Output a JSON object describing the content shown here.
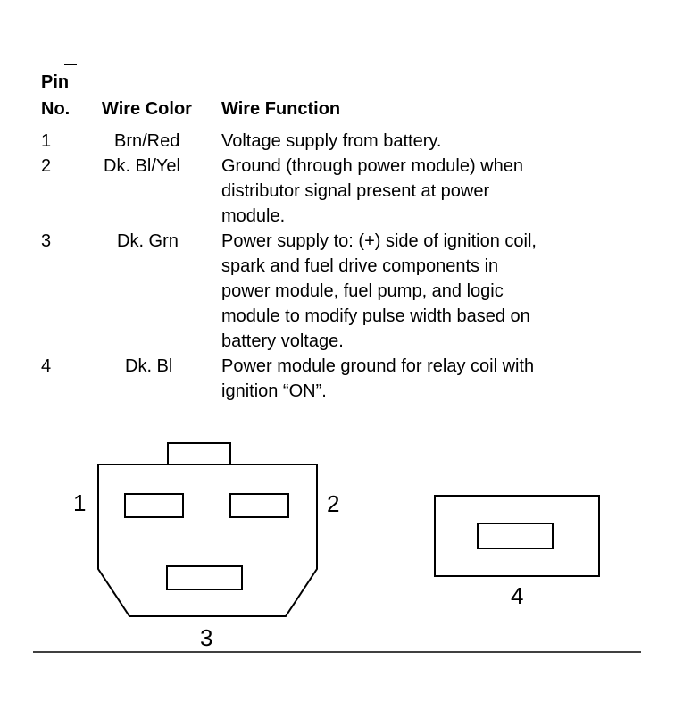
{
  "header": {
    "pin_line1": "Pin",
    "pin_line2": "No.",
    "wire_color": "Wire Color",
    "wire_function": "Wire Function"
  },
  "rows": [
    {
      "pin": "1",
      "color": "Brn/Red",
      "function_lines": [
        "Voltage supply from battery."
      ]
    },
    {
      "pin": "2",
      "color": "Dk. Bl/Yel",
      "function_lines": [
        "Ground (through power module) when",
        "distributor signal present at power",
        "module."
      ]
    },
    {
      "pin": "3",
      "color": "Dk. Grn",
      "function_lines": [
        "Power supply to: (+) side of ignition coil,",
        "spark and fuel drive components in",
        "power module, fuel pump, and logic",
        "module to modify pulse width based on",
        "battery voltage."
      ]
    },
    {
      "pin": "4",
      "color": "Dk. Bl",
      "function_lines": [
        "Power module ground for relay coil with",
        "ignition “ON”."
      ]
    }
  ],
  "diagram": {
    "labels": {
      "pin1": "1",
      "pin2": "2",
      "pin3": "3",
      "pin4": "4"
    }
  }
}
